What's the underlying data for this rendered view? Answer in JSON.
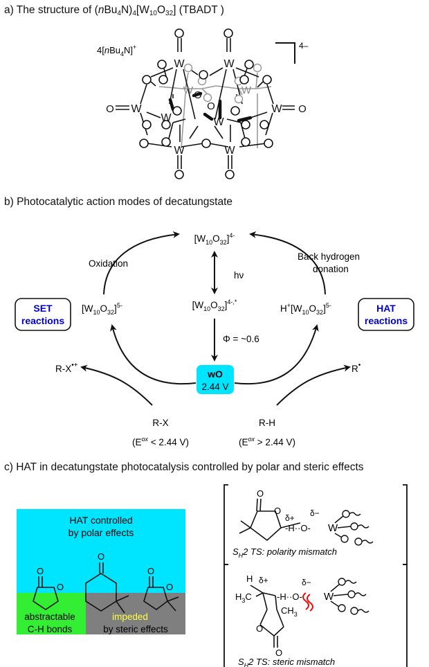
{
  "panel_a": {
    "title_prefix": "a) The structure of (",
    "title_n": "n",
    "title_bu": "Bu",
    "title_sub4a": "4",
    "title_n2": "N)",
    "title_sub4b": "4",
    "title_w": "[W",
    "title_sub10": "10",
    "title_o": "O",
    "title_sub32": "32",
    "title_suffix": "] (TBADT )",
    "cation_pre": "4[",
    "cation_n": "n",
    "cation_bu": "Bu",
    "cation_sub": "4",
    "cation_post": "N]",
    "cation_charge": "+",
    "anion_charge": "4–",
    "atom_w": "W",
    "atom_o": "O"
  },
  "panel_b": {
    "title": "b) Photocatalytic action modes of decatungstate",
    "top_species_w": "[W",
    "top_species_sub10": "10",
    "top_species_o": "O",
    "top_species_sub32": "32",
    "top_species_close": "]",
    "top_species_charge": "4-",
    "hv": "hν",
    "excited_charge": "4-,*",
    "phi": "Φ = ~0.6",
    "wo_label": "wO",
    "wo_potential": "2.44 V",
    "reduced_charge": "5-",
    "h_prefix": "H",
    "h_charge": "+",
    "oxidation": "Oxidation",
    "back_hydrogen_1": "Back hydrogen",
    "back_hydrogen_2": "donation",
    "set_1": "SET",
    "set_2": "reactions",
    "hat_1": "HAT",
    "hat_2": "reactions",
    "rx_radical": "R-X",
    "rx_radical_charge": "•+",
    "r_radical": "R",
    "r_dot": "•",
    "rx": "R-X",
    "rh": "R-H",
    "eox_e": "(E",
    "eox_sup": "ox",
    "eox_left_tail": " < 2.44 V)",
    "eox_right_tail": " > 2.44 V)"
  },
  "panel_c": {
    "title": "c) HAT in decatungstate photocatalysis controlled by polar and steric effects",
    "polar_1": "HAT controlled",
    "polar_2": "by polar effects",
    "abstractable_1": "abstractable",
    "abstractable_2": "C-H bonds",
    "impeded_1": "impeded",
    "impeded_2": "by steric effects",
    "ts1_caption_s": "S",
    "ts1_caption_sub": "H",
    "ts1_caption_rest": "2 TS: polarity mismatch",
    "ts2_caption_s": "S",
    "ts2_caption_sub": "H",
    "ts2_caption_rest": "2 TS: steric mismatch",
    "delta_plus": "δ+",
    "delta_minus": "δ−",
    "h_dots": "-H··O-",
    "h": "H",
    "h3c": "H",
    "h3c_sub": "3",
    "h3c_c": "C",
    "ch3_c": "CH",
    "ch3_sub": "3",
    "o": "O",
    "w": "W"
  },
  "colors": {
    "cyan": "#00e5ff",
    "green": "#33ee33",
    "gray": "#7f7f7f",
    "yellow": "#ffff44",
    "blue": "#0000cc",
    "red": "#ff0000"
  }
}
